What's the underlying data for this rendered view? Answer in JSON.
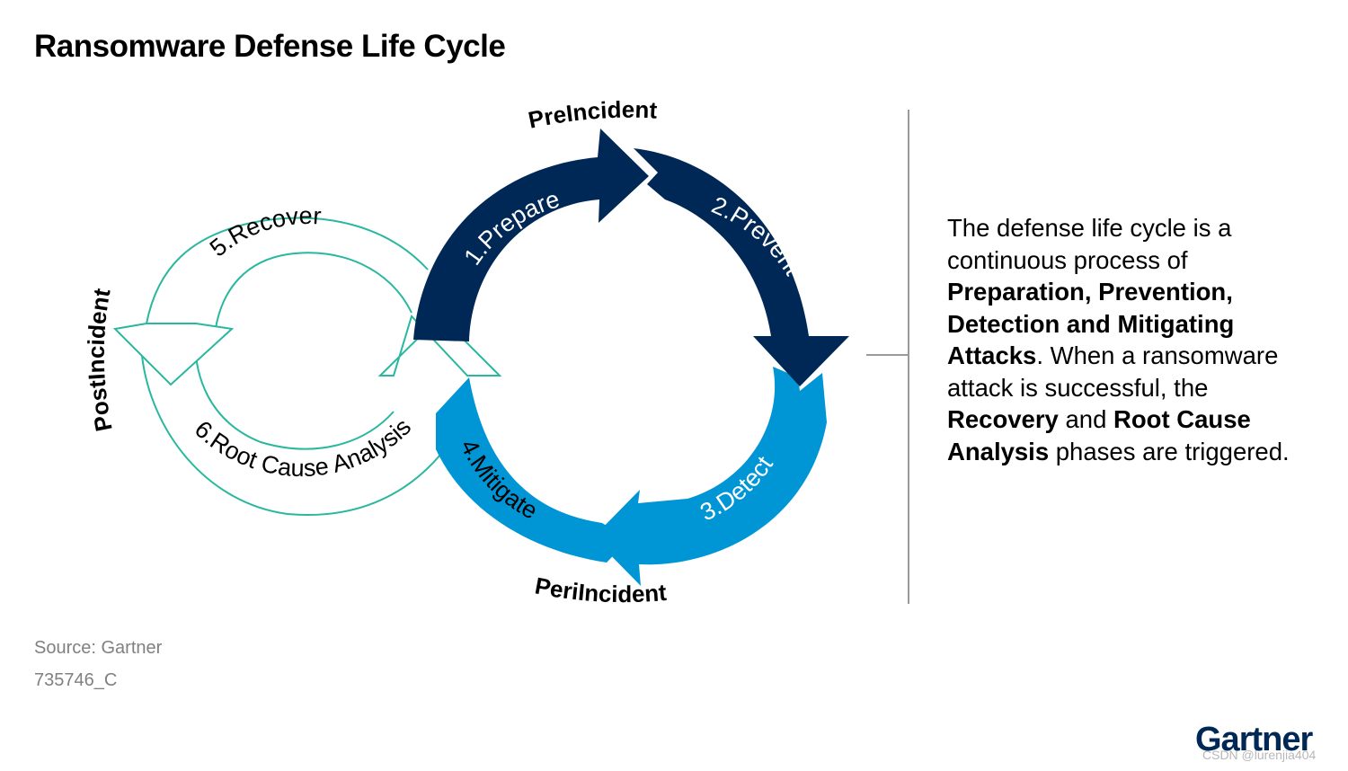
{
  "title": "Ransomware Defense Life Cycle",
  "phases": {
    "pre": "PreIncident",
    "peri": "PeriIncident",
    "post": "PostIncident"
  },
  "steps": {
    "prepare": "1.Prepare",
    "prevent": "2.Prevent",
    "detect": "3.Detect",
    "mitigate": "4.Mitigate",
    "recover": "5.Recover",
    "root_cause": "6.Root Cause Analysis"
  },
  "description": {
    "p1": "The defense life cycle is a continuous process of ",
    "b1": "Preparation, Prevention, Detection and Mitigating Attacks",
    "p2": ". When a ransomware attack is successful, the ",
    "b2": "Recovery",
    "p3": " and ",
    "b3": "Root Cause Analysis",
    "p4": " phases are triggered."
  },
  "source": "Source: Gartner",
  "code": "735746_C",
  "logo": "Gartner",
  "watermark": "CSDN @lurenjia404",
  "colors": {
    "dark_navy": "#002856",
    "blue": "#0096d6",
    "teal": "#29b89f",
    "divider": "#9a9a9a"
  }
}
